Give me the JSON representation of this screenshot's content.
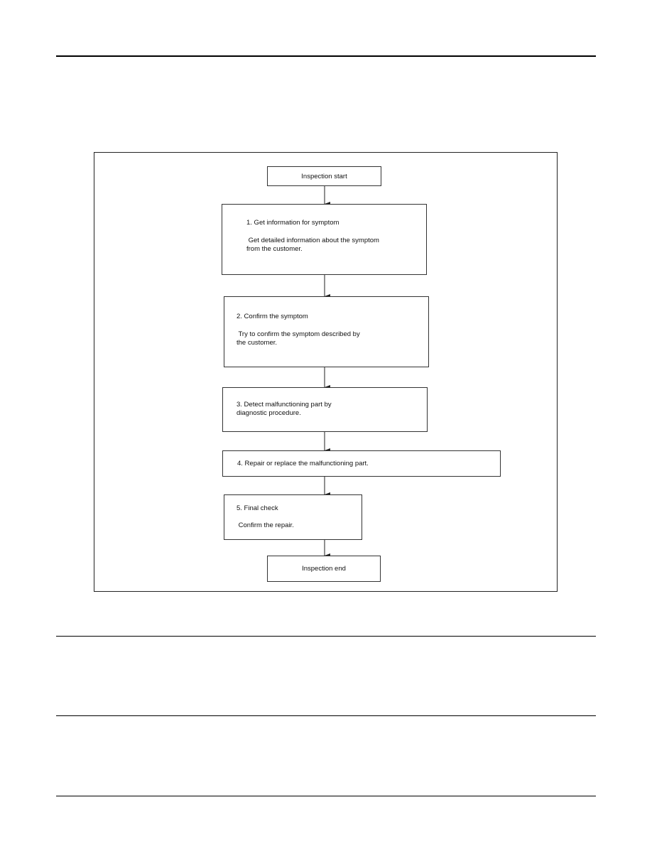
{
  "flowchart": {
    "start": "Inspection start",
    "step1": {
      "title": "1. Get information for symptom",
      "desc_line1": " Get detailed information about the symptom",
      "desc_line2": "from the customer."
    },
    "step2": {
      "title": "2. Confirm the symptom",
      "desc_line1": " Try to confirm the symptom described by",
      "desc_line2": "the customer."
    },
    "step3": {
      "title_line1": "3. Detect malfunctioning part by",
      "title_line2": "diagnostic procedure."
    },
    "step4": {
      "title": "4. Repair or replace the malfunctioning part."
    },
    "step5": {
      "title": "5. Final check",
      "desc": " Confirm the repair."
    },
    "end": "Inspection end"
  }
}
